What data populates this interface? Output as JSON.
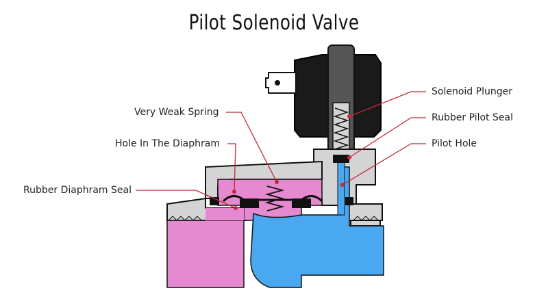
{
  "title": "Pilot Solenoid Valve",
  "labels": {
    "solenoid_plunger": "Solenoid Plunger",
    "rubber_pilot_seal": "Rubber Pilot Seal",
    "pilot_hole": "Pilot Hole",
    "very_weak_spring": "Very Weak Spring",
    "hole_in_diaphragm": "Hole In The Diaphram",
    "rubber_diaphragm_seal": "Rubber Diaphram Seal"
  },
  "colors": {
    "inlet_fluid": "#e58ad0",
    "outlet_fluid": "#4aa8f0",
    "body": "#d4d4d4",
    "coil": "#1a1a1a",
    "plunger": "#555555",
    "seal": "#111111",
    "leader_line": "#c2283a",
    "leader_dot": "#c2283a"
  }
}
